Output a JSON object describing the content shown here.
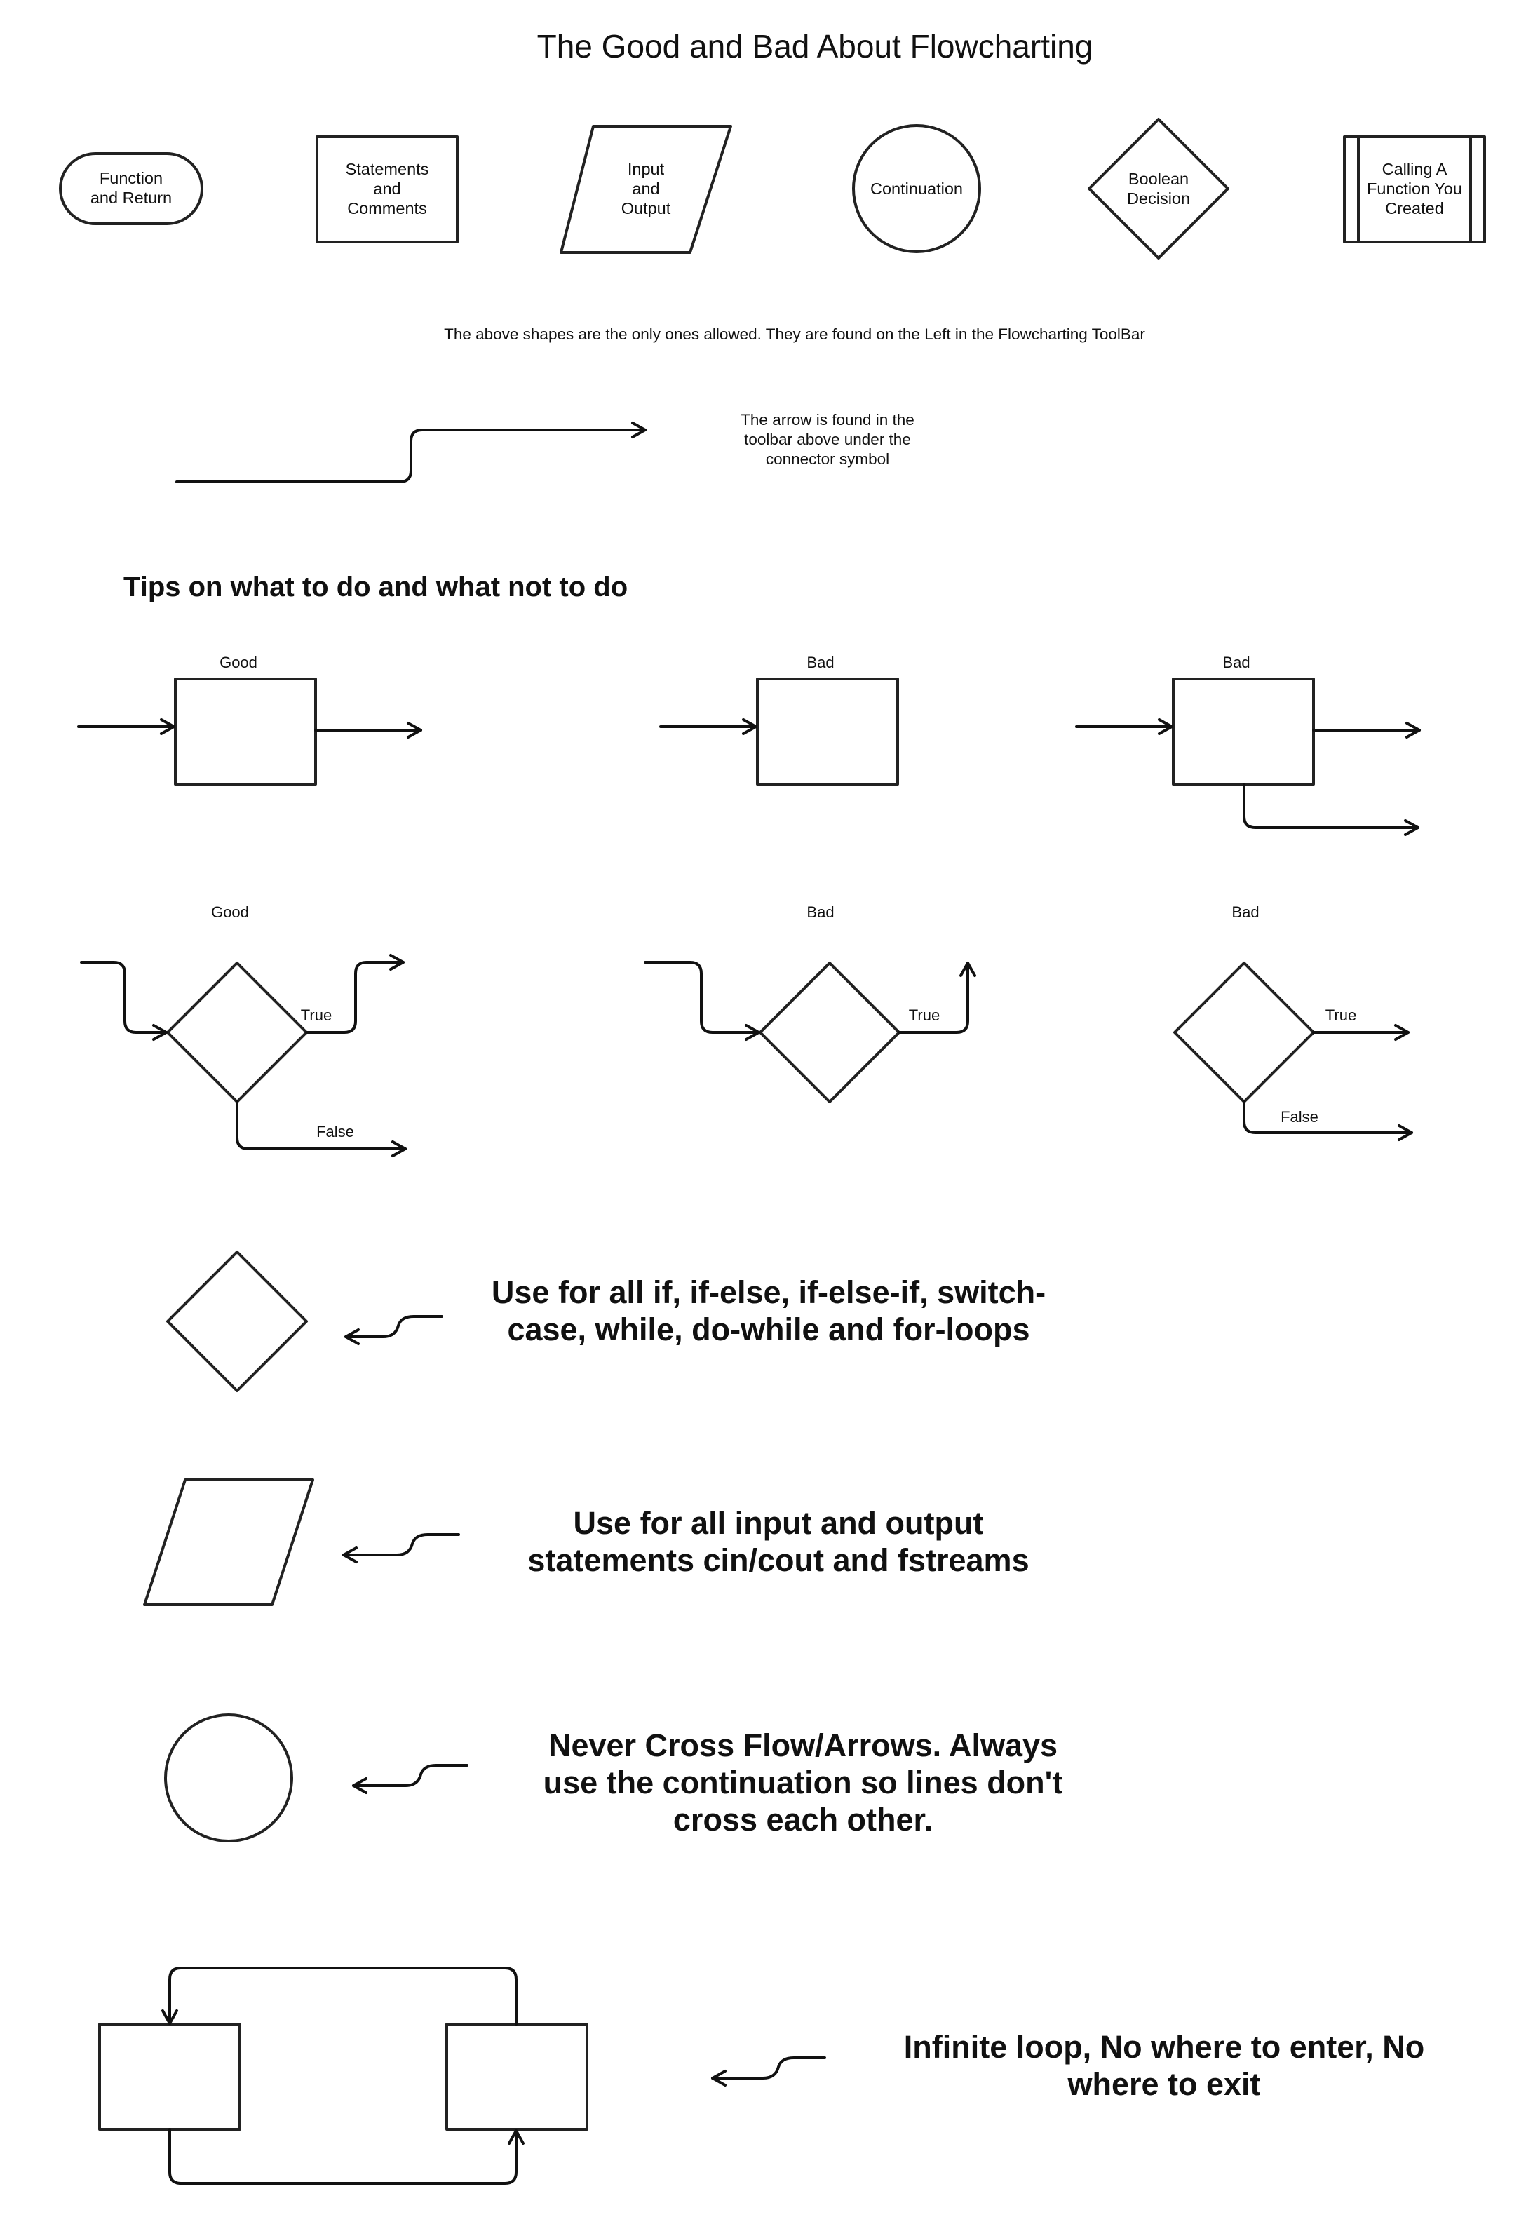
{
  "title": "The Good and Bad About  Flowcharting",
  "shapes": {
    "function_return": [
      "Function",
      "and Return"
    ],
    "statements": [
      "Statements",
      "and",
      "Comments"
    ],
    "input_output": [
      "Input",
      "and",
      "Output"
    ],
    "continuation": [
      "Continuation"
    ],
    "boolean": [
      "Boolean",
      "Decision"
    ],
    "calling": [
      "Calling A",
      "Function You",
      "Created"
    ]
  },
  "shapes_note": "The above shapes are the only ones allowed.  They are found on the Left in the Flowcharting ToolBar",
  "arrow_note": [
    "The arrow is found in the",
    "toolbar above under the",
    "connector symbol"
  ],
  "tips_heading": "Tips on what to do and what not to do",
  "labels": {
    "good": "Good",
    "bad": "Bad",
    "true": "True",
    "false": "False"
  },
  "rules": {
    "decision": [
      "Use for all if, if-else, if-else-if, switch-",
      "case, while, do-while and for-loops"
    ],
    "io": [
      "Use for all input and output",
      "statements cin/cout and fstreams"
    ],
    "continuation": [
      "Never Cross Flow/Arrows.  Always",
      "use the continuation so lines don't",
      "cross each other."
    ],
    "loop": [
      "Infinite loop, No where to enter, No",
      "where to exit"
    ]
  }
}
